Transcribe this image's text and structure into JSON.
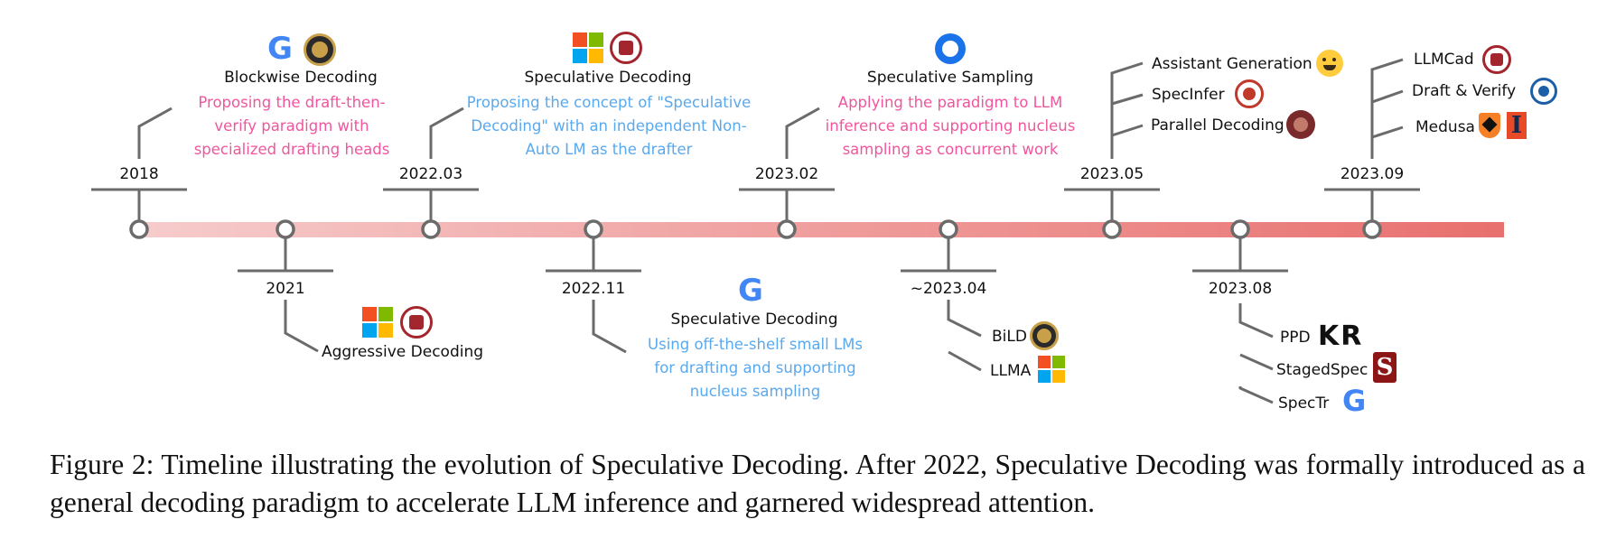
{
  "timeline": {
    "line_color_start": "#f6cccc",
    "line_color_end": "#e8706e",
    "stem_color": "#6b6b6b",
    "dates": {
      "d2018": "2018",
      "d2021": "2021",
      "d2022_03": "2022.03",
      "d2022_11": "2022.11",
      "d2023_02": "2023.02",
      "d2023_04": "~2023.04",
      "d2023_05": "2023.05",
      "d2023_08": "2023.08",
      "d2023_09": "2023.09"
    }
  },
  "events": {
    "blockwise": {
      "title": "Blockwise Decoding",
      "desc": [
        "Proposing the draft-then-",
        "verify paradigm with",
        "specialized drafting heads"
      ],
      "icons": [
        "google-icon",
        "university-seal-icon"
      ]
    },
    "aggressive": {
      "title": "Aggressive Decoding",
      "icons": [
        "microsoft-icon",
        "peking-university-icon"
      ]
    },
    "specdec_2022_03": {
      "title": "Speculative Decoding",
      "desc": [
        "Proposing the concept of \"Speculative",
        "Decoding\" with an independent Non-",
        "Auto LM as the drafter"
      ],
      "icons": [
        "microsoft-icon",
        "peking-university-icon"
      ]
    },
    "specdec_2022_11": {
      "title": "Speculative Decoding",
      "desc": [
        "Using off-the-shelf small LMs",
        "for drafting and supporting",
        "nucleus sampling"
      ],
      "icons": [
        "google-icon"
      ]
    },
    "specsampling": {
      "title": "Speculative Sampling",
      "desc": [
        "Applying the paradigm to LLM",
        "inference and supporting nucleus",
        "sampling as concurrent work"
      ],
      "icons": [
        "deepmind-icon"
      ]
    },
    "apr2023": {
      "items": [
        "BiLD",
        "LLMA"
      ],
      "icons": [
        "university-seal-icon",
        "microsoft-icon"
      ]
    },
    "may2023": {
      "items": [
        "Assistant Generation",
        "SpecInfer",
        "Parallel Decoding"
      ],
      "icons": [
        "hugging-face-icon",
        "cmu-seal-icon",
        "university-seal-icon"
      ]
    },
    "aug2023": {
      "items": [
        "PPD",
        "StagedSpec",
        "SpecTr"
      ],
      "icons": [
        "kr-logo-icon",
        "stanford-icon",
        "google-icon"
      ],
      "kr_text": "KR",
      "stanford_text": "S"
    },
    "sep2023": {
      "items": [
        "LLMCad",
        "Draft & Verify",
        "Medusa"
      ],
      "icons": [
        "peking-university-icon",
        "university-seal-icon",
        "princeton-icon",
        "illinois-icon"
      ],
      "illinois_text": "I"
    }
  },
  "colors": {
    "pink_text": "#f0569e",
    "blue_text": "#5aa9ee",
    "google_blue": "#4285F4",
    "google_red": "#EA4335",
    "google_yellow": "#FBBC05",
    "google_green": "#34A853",
    "ms_red": "#F25022",
    "ms_green": "#7FBA00",
    "ms_blue": "#00A4EF",
    "ms_yellow": "#FFB900",
    "pku_red": "#a3262e",
    "seal_gold": "#c9a04a"
  },
  "caption": "Figure 2: Timeline illustrating the evolution of Speculative Decoding. After 2022, Speculative Decoding was formally introduced as a general decoding paradigm to accelerate LLM inference and garnered widespread attention."
}
